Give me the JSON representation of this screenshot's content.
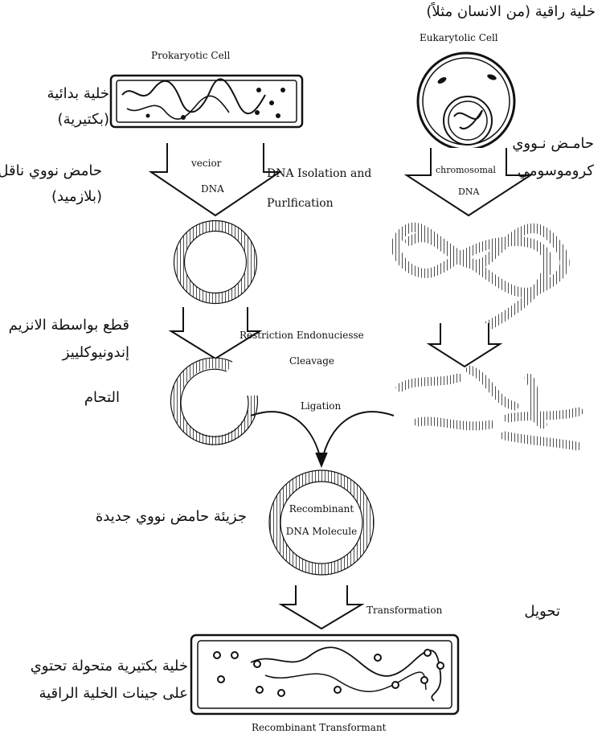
{
  "prokaryote": {
    "en": "Prokaryotic Cell",
    "ar_line1": "خلية بدائية",
    "ar_line2": "(بكتيرية)"
  },
  "eukaryote": {
    "en": "Eukarytolic Cell",
    "ar": "خلية راقية (من الانسان مثلاً)"
  },
  "vector": {
    "en_line1": "vecior",
    "en_line2": "DNA",
    "ar_line1": "حامض نووي ناقل",
    "ar_line2": "(بلازميد)"
  },
  "chromosomal": {
    "en_line1": "chromosomal",
    "en_line2": "DNA",
    "ar_line1": "حامـض نـووي",
    "ar_line2": "كروموسومي"
  },
  "isolation": {
    "line1": "DNA Isolation and",
    "line2": "Purlfication"
  },
  "restriction": {
    "line1": "Restriction Endonuciesse",
    "line2": "Cleavage",
    "ar_line1": "قطع بواسطة الانزيم",
    "ar_line2": "إندونيوكلييز"
  },
  "ligation": {
    "en": "Ligation",
    "ar": "التحام"
  },
  "recombinant": {
    "line1": "Recombinant",
    "line2": "DNA Molecule",
    "ar": "جزيئة حامض نووي جديدة"
  },
  "transformation": {
    "en": "Transformation",
    "ar": "تحويل"
  },
  "transformant": {
    "en": "Recombinant Transformant",
    "ar_line1": "خلية بكتيرية متحولة تحتوي",
    "ar_line2": "على جينات الخلية الراقية"
  }
}
